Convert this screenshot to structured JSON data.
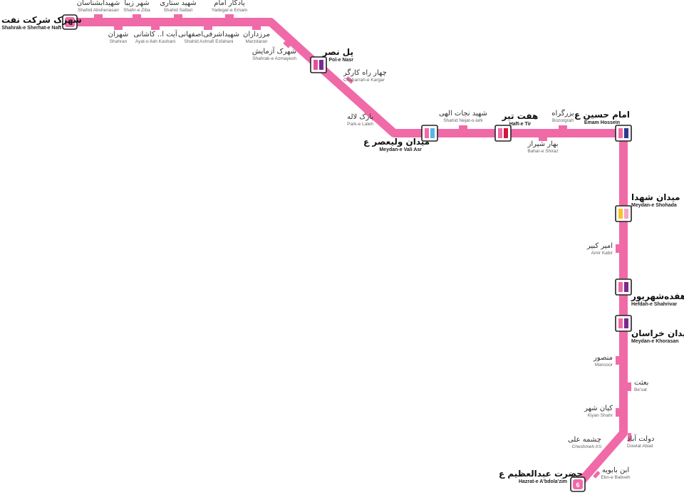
{
  "line": {
    "number": "6",
    "color": "#f06aa8"
  },
  "terminals": {
    "start": {
      "fa": "شهرک شرکت نفت",
      "en": "Shahrak-e Sherhat-e Naft"
    },
    "end": {
      "fa": "حضرت عبدالعظیم ع",
      "en": "Hazrat-e A'bdola'zim"
    }
  },
  "stations": {
    "abshenasan": {
      "fa": "شهیدآبشناسان",
      "en": "Shahid Abshenasan"
    },
    "shahran": {
      "fa": "شهران",
      "en": "Shahran"
    },
    "shahreziba": {
      "fa": "شهر زیبا",
      "en": "Shahr-e Ziba"
    },
    "kashani": {
      "fa": "آیت ا.. کاشانی",
      "en": "Ayat-o-llah Kashani"
    },
    "sattari": {
      "fa": "شهید ستاری",
      "en": "Shahid Sattari"
    },
    "ashrafi": {
      "fa": "شهیداشرفی‌اصفهانی",
      "en": "Shahid Ashrafi Esfahani"
    },
    "yadegar": {
      "fa": "یادگار امام",
      "en": "Yadegar-e Emam"
    },
    "marzdaran": {
      "fa": "مرزداران",
      "en": "Marzdaran"
    },
    "azmayesh": {
      "fa": "شهرک آزمایش",
      "en": "Shahrak-e Azmayesh"
    },
    "polenasr": {
      "fa": "پل نصر",
      "en": "Pol-e Nasr"
    },
    "kargar": {
      "fa": "چهار راه کارگر",
      "en": "Chaharrah-e Kargar"
    },
    "parklaleh": {
      "fa": "پارک لاله",
      "en": "Park-e Laleh"
    },
    "valiasr": {
      "fa": "میدان ولیعصر ع",
      "en": "Meydan-e Vali Asr"
    },
    "nejatolahi": {
      "fa": "شهید نجات الهی",
      "en": "Shahid Nejat-o-lahi"
    },
    "haftetir": {
      "fa": "هفت تیر",
      "en": "Haft-e Tir"
    },
    "bozorgrah": {
      "fa": "بزرگراه",
      "en": "Bozorgrah"
    },
    "shiraz": {
      "fa": "بهار شیراز",
      "en": "Bahar-e Shiraz"
    },
    "emamhossein": {
      "fa": "امام حسین ع",
      "en": "Emam Hossein"
    },
    "shohada": {
      "fa": "میدان شهدا",
      "en": "Meydan-e Shohada"
    },
    "amirkabir": {
      "fa": "امیر کبیر",
      "en": "Amir Kabir"
    },
    "shahrivar": {
      "fa": "هفده‌شهریور",
      "en": "Hefdah-e Shahrivar"
    },
    "khorasan": {
      "fa": "میدان خراسان",
      "en": "Meydan-e Khorasan"
    },
    "mansoor": {
      "fa": "منصور",
      "en": "Mansoor"
    },
    "besat": {
      "fa": "بعثت",
      "en": "Be'sat"
    },
    "kiyanshahr": {
      "fa": "کیان شهر",
      "en": "Kiyan Shahr"
    },
    "dowlatabad": {
      "fa": "دولت آباد",
      "en": "Dowlat Abad"
    },
    "cheshmehali": {
      "fa": "چشمه علی",
      "en": "Cheshmeh A'li"
    },
    "ebnebabveh": {
      "fa": "ابن بابویه",
      "en": "Ebn-e Babveh"
    }
  },
  "interchange_colors": {
    "polenasr": [
      "#e84d9a",
      "#7a2a8c"
    ],
    "valiasr": [
      "#f06aa8",
      "#5ab4e6"
    ],
    "haftetir": [
      "#f06aa8",
      "#d0193c"
    ],
    "emamhossein": [
      "#f06aa8",
      "#2b3a8f"
    ],
    "shohada": [
      "#f7c42a",
      "#f2a6c8"
    ],
    "shahrivar": [
      "#f06aa8",
      "#7a2a8c"
    ],
    "khorasan": [
      "#f06aa8",
      "#7a2a8c"
    ]
  }
}
